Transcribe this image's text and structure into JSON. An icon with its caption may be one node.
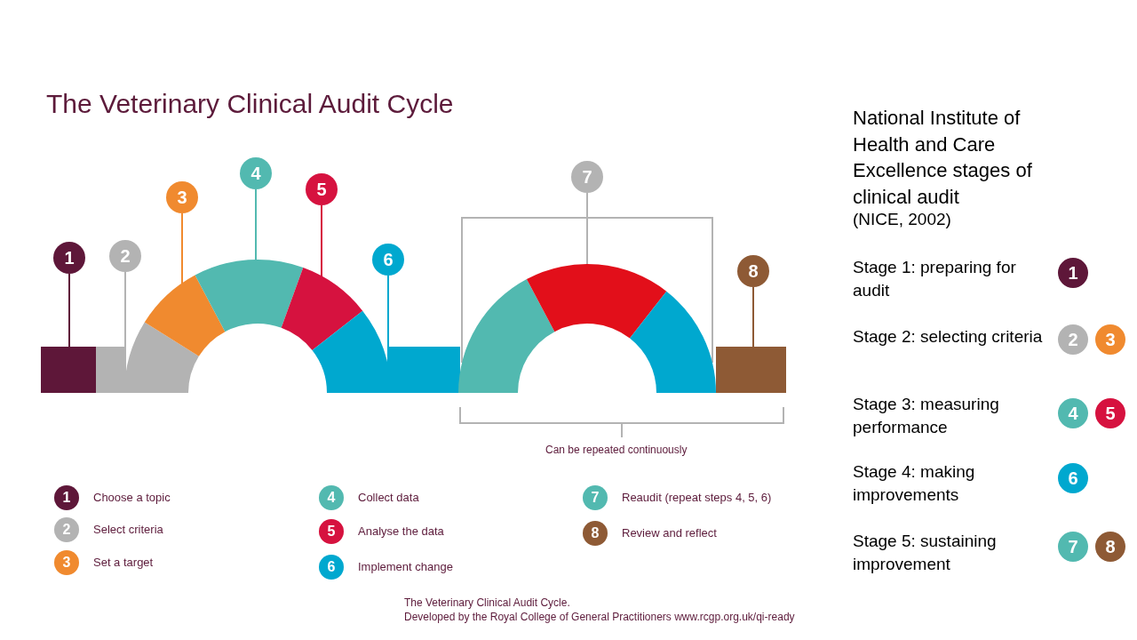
{
  "diagram": {
    "title": "The Veterinary Clinical Audit Cycle",
    "nodes": [
      {
        "text": [
          "1"
        ]
      },
      {
        "text": [
          "2"
        ]
      },
      {
        "text": [
          "3"
        ]
      },
      {
        "text": [
          "4"
        ]
      },
      {
        "text": [
          "5"
        ]
      },
      {
        "text": [
          "6"
        ]
      },
      {
        "text": [
          "7"
        ]
      },
      {
        "text": [
          "8"
        ]
      },
      {
        "text": [],
        "shape": "box"
      },
      {
        "text": [],
        "shape": "arc"
      },
      {
        "text": [],
        "shape": "arc"
      },
      {
        "text": [],
        "shape": "arc"
      },
      {
        "text": [],
        "shape": "arc"
      },
      {
        "text": [],
        "shape": "arc"
      },
      {
        "text": [],
        "shape": "arc"
      },
      {
        "text": [],
        "shape": "arc"
      },
      {
        "text": [],
        "shape": "arc"
      },
      {
        "text": [],
        "shape": "box"
      },
      {
        "text": [
          "1"
        ],
        "beside": [
          "Choose a topic"
        ]
      },
      {
        "text": [
          "2"
        ],
        "beside": [
          "Select criteria"
        ]
      },
      {
        "text": [
          "3"
        ],
        "beside": [
          "Set a target"
        ]
      },
      {
        "text": [
          "4"
        ],
        "beside": [
          "Collect data"
        ]
      },
      {
        "text": [
          "5"
        ],
        "beside": [
          "Analyse the data"
        ]
      },
      {
        "text": [
          "6"
        ],
        "beside": [
          "Implement change"
        ]
      },
      {
        "text": [
          "7"
        ],
        "beside": [
          "Reaudit (repeat steps 4, 5, 6)"
        ]
      },
      {
        "text": [
          "8"
        ],
        "beside": [
          "Review and reflect"
        ]
      },
      {
        "text": [
          "1"
        ]
      },
      {
        "text": [
          "2"
        ]
      },
      {
        "text": [
          "3"
        ]
      },
      {
        "text": [
          "4"
        ]
      },
      {
        "text": [
          "5"
        ]
      },
      {
        "text": [
          "6"
        ]
      },
      {
        "text": [
          "7"
        ]
      },
      {
        "text": [
          "8"
        ]
      }
    ],
    "edges": [
      {
        "from": 0,
        "to": 8,
        "arrow": "none",
        "color": "#5e1739"
      },
      {
        "from": 1,
        "to": 9,
        "arrow": "none"
      },
      {
        "from": 2,
        "to": 10,
        "arrow": "none",
        "color": "#f08a2f"
      },
      {
        "from": 3,
        "to": 11,
        "arrow": "none",
        "color": "#52b9b0"
      },
      {
        "from": 4,
        "to": 12,
        "arrow": "none",
        "color": "#d6123f"
      },
      {
        "from": 5,
        "to": 13,
        "arrow": "none",
        "color": "#00a8cf"
      },
      {
        "from": 6,
        "to": 14,
        "arrow": "none"
      },
      {
        "from": 6,
        "to": 15,
        "arrow": "none"
      },
      {
        "from": 6,
        "to": 16,
        "arrow": "none"
      },
      {
        "from": 7,
        "to": 17,
        "arrow": "none",
        "color": "#8e5a35"
      }
    ],
    "labels": [
      "Can be repeated continuously",
      "National Institute of Health and Care Excellence stages of clinical audit",
      "(NICE, 2002)",
      "Stage 1: preparing for audit",
      "Stage 2: selecting criteria",
      "Stage 3: measuring performance",
      "Stage 4: making improvements",
      "Stage 5: sustaining improvement",
      "The Veterinary Clinical Audit Cycle.",
      "Developed by the Royal College of General Practitioners www.rcgp.org.uk/qi-ready"
    ]
  }
}
